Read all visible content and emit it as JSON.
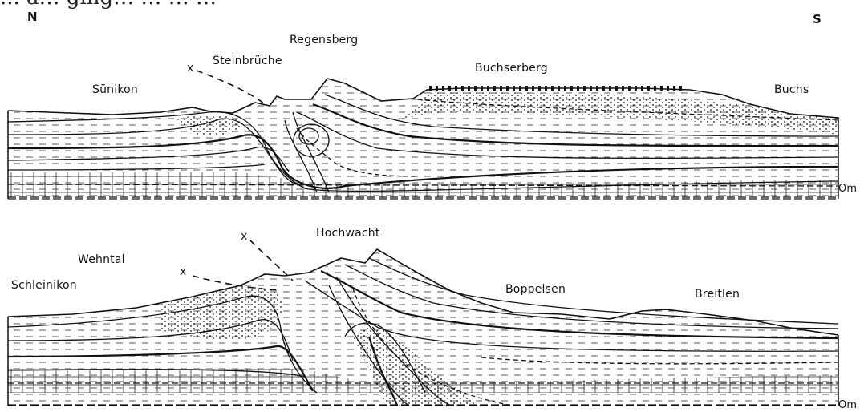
{
  "caption_fragment": "... a… ging… … … …",
  "orientation": {
    "north": "N",
    "south": "S"
  },
  "upper_section": {
    "labels": {
      "sunikon": "Sünikon",
      "steinbruche": "Steinbrüche",
      "regensberg": "Regensberg",
      "buchserberg": "Buchserberg",
      "buchs": "Buchs",
      "om": "Om"
    },
    "fault_marker": "x"
  },
  "lower_section": {
    "labels": {
      "wehntal": "Wehntal",
      "schleinikon": "Schleinikon",
      "hochwacht": "Hochwacht",
      "boppelsen": "Boppelsen",
      "breitlen": "Breitlen",
      "om": "Om"
    },
    "fault_marker_1": "x",
    "fault_marker_2": "x"
  },
  "colors": {
    "ink": "#111111",
    "background": "#ffffff"
  }
}
